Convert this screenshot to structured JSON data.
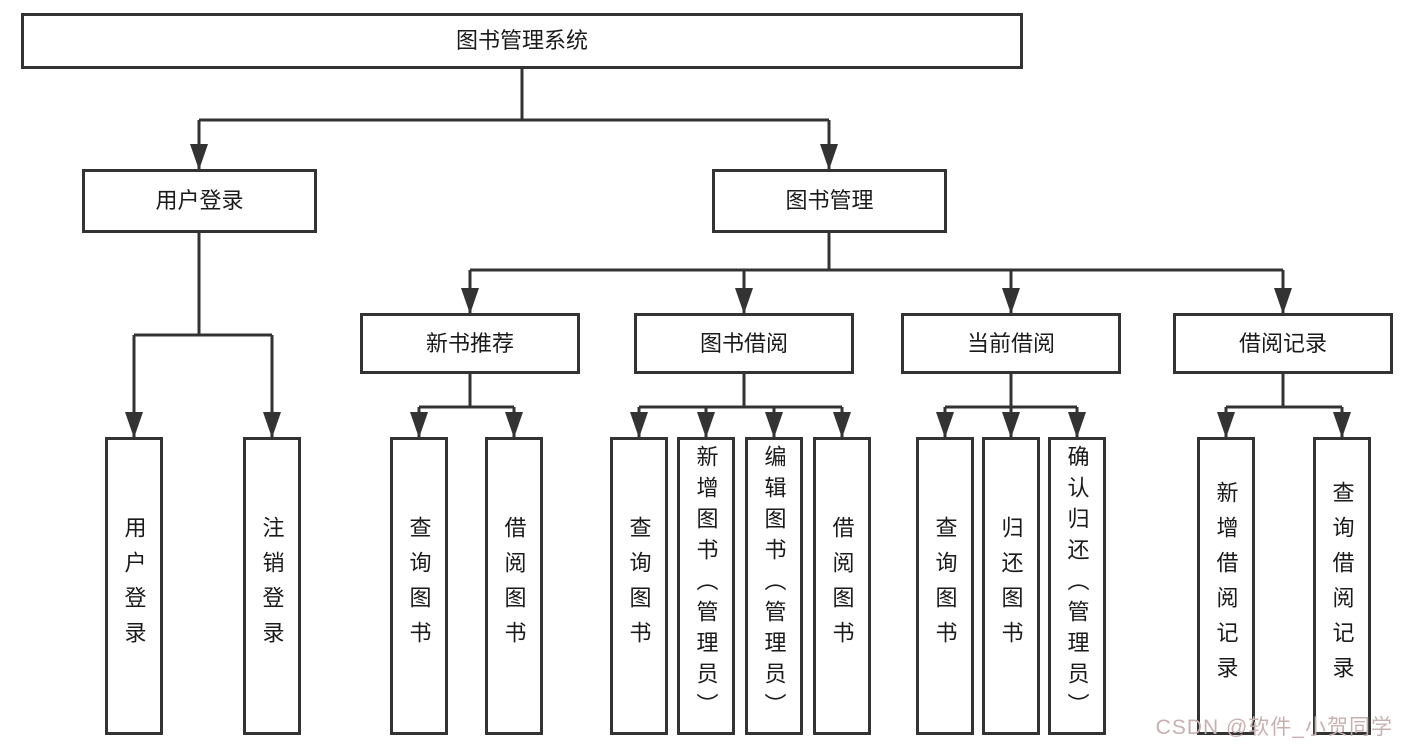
{
  "diagram": {
    "title": "图书管理系统",
    "root": {
      "label": "图书管理系统"
    },
    "branches": [
      {
        "label": "用户登录",
        "children": [
          {
            "label": "用户登录"
          },
          {
            "label": "注销登录"
          }
        ]
      },
      {
        "label": "图书管理",
        "children": [
          {
            "label": "新书推荐",
            "children": [
              {
                "label": "查询图书"
              },
              {
                "label": "借阅图书"
              }
            ]
          },
          {
            "label": "图书借阅",
            "children": [
              {
                "label": "查询图书"
              },
              {
                "label": "新增图书（管理员）"
              },
              {
                "label": "编辑图书（管理员）"
              },
              {
                "label": "借阅图书"
              }
            ]
          },
          {
            "label": "当前借阅",
            "children": [
              {
                "label": "查询图书"
              },
              {
                "label": "归还图书"
              },
              {
                "label": "确认归还（管理员）"
              }
            ]
          },
          {
            "label": "借阅记录",
            "children": [
              {
                "label": "新增借阅记录"
              },
              {
                "label": "查询借阅记录"
              }
            ]
          }
        ]
      }
    ]
  },
  "watermark": {
    "text": "CSDN @软件_小贺同学",
    "color": "#c9b0b0"
  },
  "colors": {
    "line": "#333333",
    "text": "#1a1a1a",
    "background": "#ffffff"
  }
}
